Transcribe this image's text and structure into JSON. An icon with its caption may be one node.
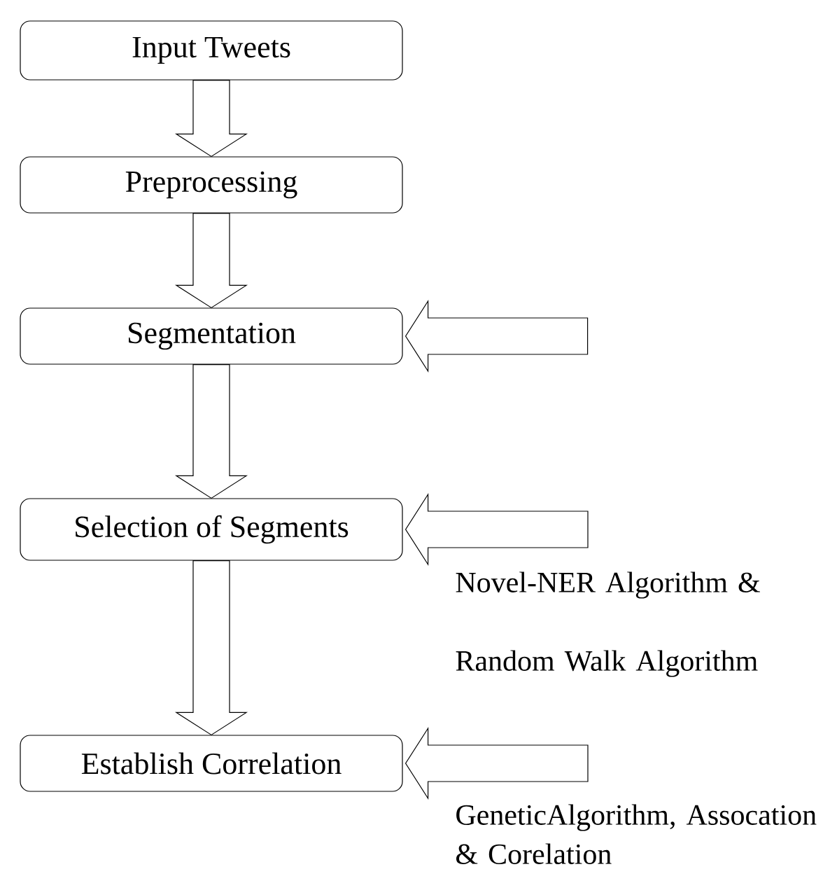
{
  "diagram": {
    "nodes": [
      {
        "text": [
          "Input Tweets"
        ]
      },
      {
        "text": [
          "Preprocessing"
        ]
      },
      {
        "text": [
          "Segmentation"
        ]
      },
      {
        "text": [
          "Selection of Segments"
        ]
      },
      {
        "text": [
          "Establish Correlation"
        ]
      },
      {
        "text": [
          "Novel-NER Algorithm & Random Walk Algorithm"
        ]
      },
      {
        "text": [
          "GeneticAlgorithm, Assocation & Corelation"
        ]
      }
    ],
    "edges": [
      {
        "from": 0,
        "to": 1,
        "arrow": "to"
      },
      {
        "from": 1,
        "to": 2,
        "arrow": "to"
      },
      {
        "from": 2,
        "to": 3,
        "arrow": "to"
      },
      {
        "from": 3,
        "to": 4,
        "arrow": "to"
      },
      {
        "from": null,
        "to": 2,
        "arrow": "to"
      },
      {
        "from": 5,
        "to": 3,
        "arrow": "to"
      },
      {
        "from": 6,
        "to": 4,
        "arrow": "to"
      }
    ]
  }
}
